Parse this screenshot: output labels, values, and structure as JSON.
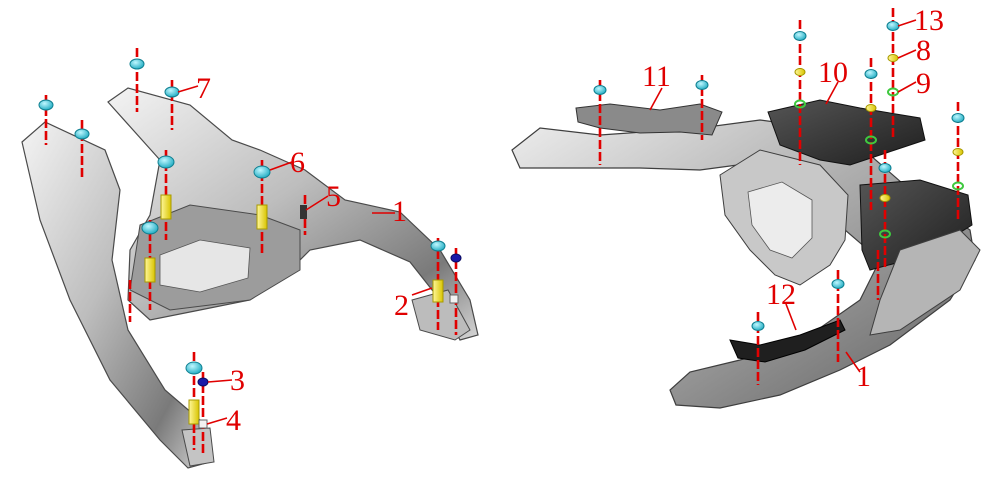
{
  "callouts": {
    "c1_left": "1",
    "c2": "2",
    "c3": "3",
    "c4": "4",
    "c5": "5",
    "c6": "6",
    "c7": "7",
    "c11": "11",
    "c10": "10",
    "c13": "13",
    "c8": "8",
    "c9": "9",
    "c12": "12",
    "c1_right": "1"
  },
  "colors": {
    "callout": "#e00000",
    "bolt_cyan": "#29c7d8",
    "washer_yellow": "#f2e21c",
    "nut_blue": "#1a1aa8",
    "ring_green": "#3fc93f",
    "metal_light": "#d9d9d9",
    "metal_dark": "#6e6e6e",
    "plastic_black": "#2a2a2a"
  },
  "icons": {
    "bolt": "hex-bolt-icon",
    "washer": "washer-icon",
    "nut": "nut-icon",
    "spacer": "spacer-icon"
  }
}
